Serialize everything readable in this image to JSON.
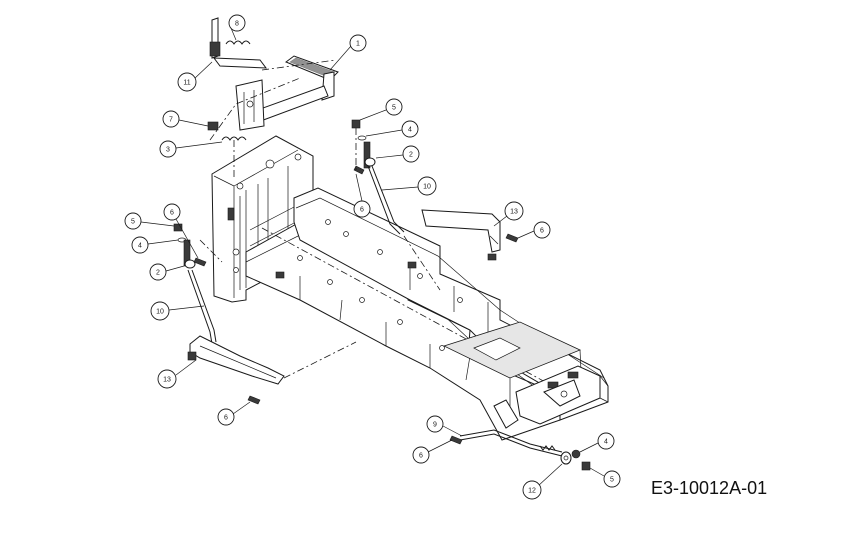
{
  "drawing_code": "E3-10012A-01",
  "callouts": [
    "1",
    "2",
    "2",
    "3",
    "4",
    "4",
    "4",
    "5",
    "5",
    "5",
    "6",
    "6",
    "6",
    "6",
    "6",
    "7",
    "8",
    "9",
    "10",
    "10",
    "11",
    "12",
    "13",
    "13"
  ]
}
